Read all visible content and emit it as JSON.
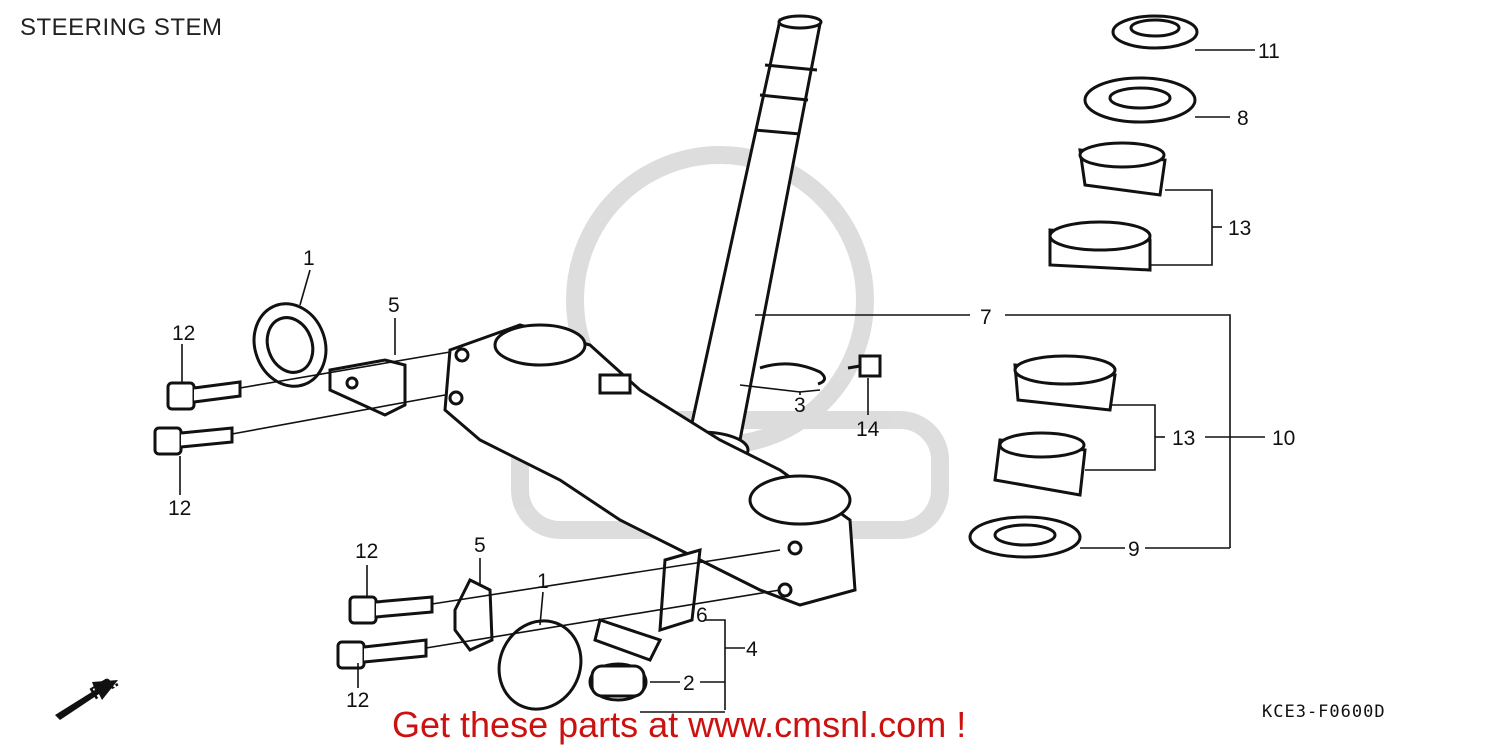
{
  "title": "STEERING STEM",
  "diagram_code": "KCE3-F0600D",
  "promo_text": "Get these parts at www.cmsnl.com !",
  "front_arrow_label": "FR.",
  "colors": {
    "promo": "#cc1111",
    "line": "#111111",
    "watermark": "#cccccc"
  },
  "callouts": {
    "top_left_cap": "1",
    "top_left_stay": "5",
    "top_bolt_upper": "12",
    "top_bolt_lower": "12",
    "stopper_clip": "3",
    "nut_small": "14",
    "stem_assembly": "7",
    "lock_nut": "11",
    "upper_dust_seal": "8",
    "upper_bearing": "13",
    "lower_bearing": "13",
    "bearing_set": "10",
    "lower_dust_seal": "9",
    "bottom_bolt_upper": "12",
    "bottom_bolt_lower": "12",
    "bottom_stay": "5",
    "bottom_cap": "1",
    "guide": "6",
    "grommet": "2",
    "guide_set": "4"
  }
}
